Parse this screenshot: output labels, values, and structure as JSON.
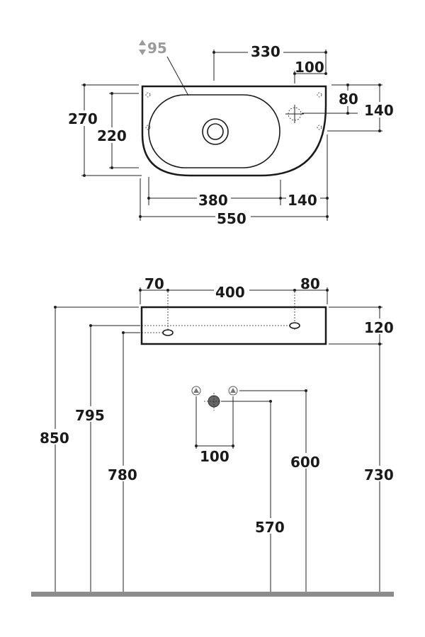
{
  "top_view": {
    "drain_depth": "95",
    "overall_length": "550",
    "basin_length": "380",
    "right_offset": "140",
    "tap_from_left": "330",
    "tap_from_right": "100",
    "overall_depth": "270",
    "basin_depth": "220",
    "tap_from_back": "80",
    "side_depth": "140"
  },
  "front_view": {
    "left_fix": "70",
    "fix_spacing": "400",
    "right_fix": "80",
    "thickness": "120",
    "height_top": "850",
    "height_fix_upper": "795",
    "height_fix_lower": "780",
    "height_bottom": "730",
    "supply_spacing": "100",
    "supply_height": "600",
    "waste_height": "570"
  },
  "colors": {
    "line": "#1a1a1a",
    "floor": "#8c8c8c",
    "muted_label": "#9a9a9a",
    "waste_fill": "#666666"
  }
}
